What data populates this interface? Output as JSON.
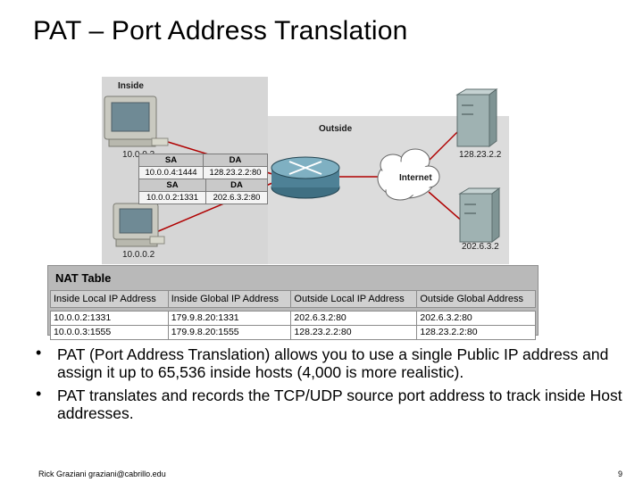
{
  "title": "PAT – Port Address Translation",
  "diagram": {
    "inside_label": "Inside",
    "outside_label": "Outside",
    "internet_label": "Internet",
    "host_top_ip": "10.0.0.3",
    "host_bottom_ip": "10.0.0.2",
    "server_top_ip": "128.23.2.2",
    "server_bottom_ip": "202.6.3.2",
    "packet_top": {
      "sa_label": "SA",
      "da_label": "DA",
      "sa": "10.0.0.4:1444",
      "da": "128.23.2.2:80"
    },
    "packet_bottom": {
      "sa_label": "SA",
      "da_label": "DA",
      "sa": "10.0.0.2:1331",
      "da": "202.6.3.2:80"
    }
  },
  "nat_table": {
    "title": "NAT Table",
    "columns": [
      "Inside Local IP Address",
      "Inside Global IP Address",
      "Outside Local IP Address",
      "Outside Global Address"
    ],
    "rows": [
      [
        "10.0.0.2:1331",
        "179.9.8.20:1331",
        "202.6.3.2:80",
        "202.6.3.2:80"
      ],
      [
        "10.0.0.3:1555",
        "179.9.8.20:1555",
        "128.23.2.2:80",
        "128.23.2.2:80"
      ]
    ]
  },
  "bullets": [
    "PAT (Port Address Translation) allows you to use a single Public IP address and assign it up to 65,536 inside hosts (4,000 is more realistic).",
    "PAT translates and records the TCP/UDP source port address to track inside Host addresses."
  ],
  "bullet_symbol": "•",
  "footer": "Rick Graziani graziani@cabrillo.edu",
  "page_number": "9"
}
